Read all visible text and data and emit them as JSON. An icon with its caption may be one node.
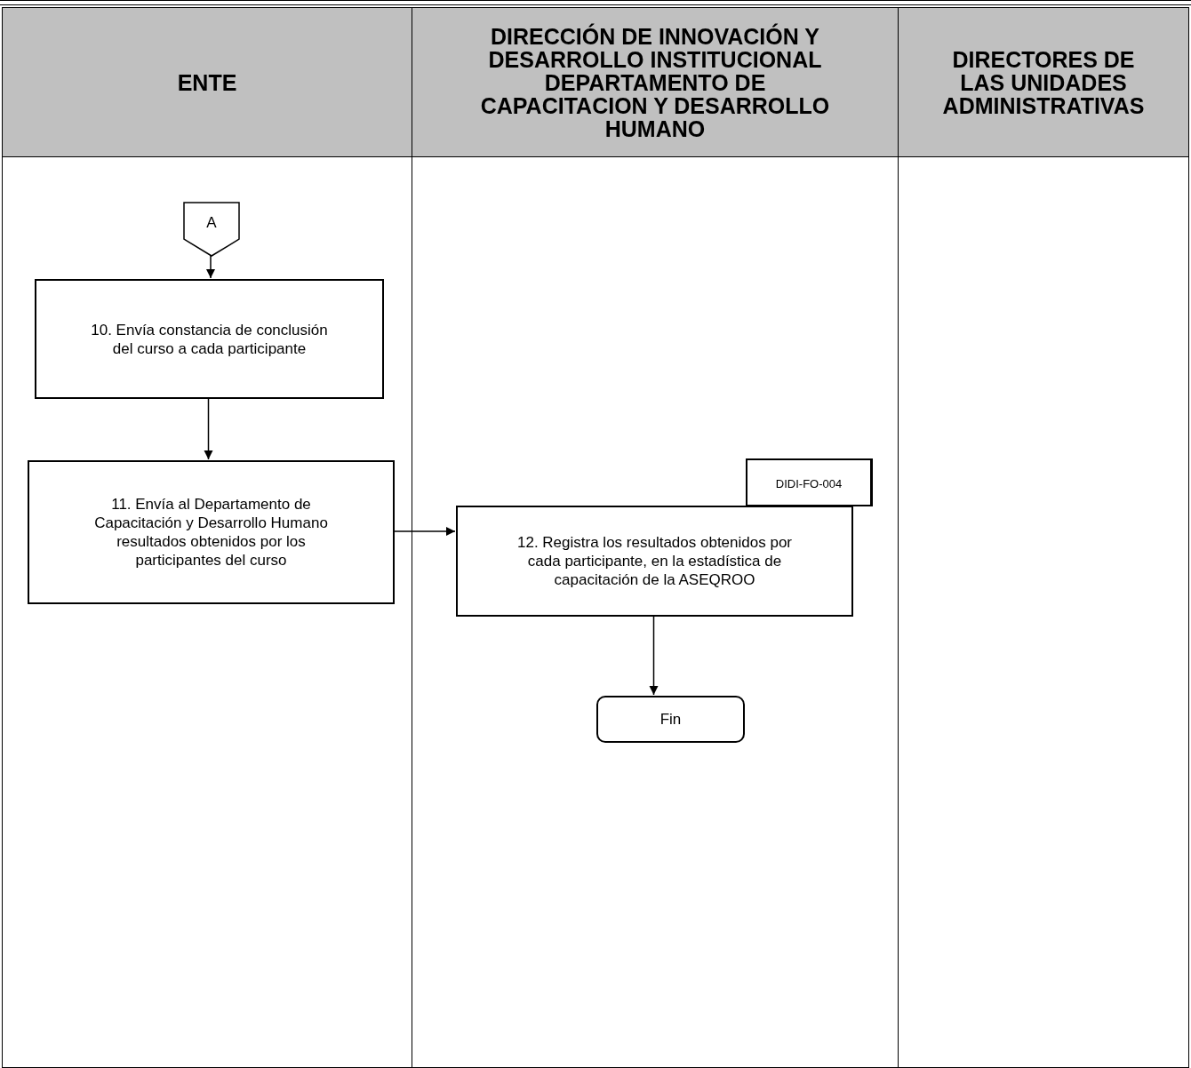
{
  "diagram": {
    "nodes": [
      {
        "text": [
          "ENTE"
        ]
      },
      {
        "text": [
          "DIRECCIÓN DE INNOVACIÓN Y DESARROLLO INSTITUCIONAL DEPARTAMENTO DE CAPACITACION Y DESARROLLO HUMANO"
        ]
      },
      {
        "text": [
          "DIRECTORES DE LAS UNIDADES ADMINISTRATIVAS"
        ]
      },
      {
        "text": [
          "A"
        ],
        "in": 0
      },
      {
        "text": [
          "10. Envía constancia de conclusión del curso a cada participante"
        ],
        "in": 0
      },
      {
        "text": [
          "11. Envía al Departamento de Capacitación y Desarrollo Humano resultados obtenidos por los participantes del curso"
        ],
        "in": 0
      },
      {
        "text": [
          "DIDI-FO-004"
        ],
        "in": 1
      },
      {
        "text": [
          "12. Registra los resultados obtenidos por cada participante, en la estadística de capacitación de la ASEQROO"
        ],
        "in": 1
      },
      {
        "text": [
          "Fin"
        ],
        "in": 1
      }
    ],
    "edges": [
      {
        "from": 3,
        "to": 4,
        "arrow": "to"
      },
      {
        "from": 4,
        "to": 5,
        "arrow": "to"
      },
      {
        "from": 5,
        "to": 7,
        "arrow": "to"
      },
      {
        "from": 7,
        "to": 8,
        "arrow": "to"
      }
    ]
  }
}
